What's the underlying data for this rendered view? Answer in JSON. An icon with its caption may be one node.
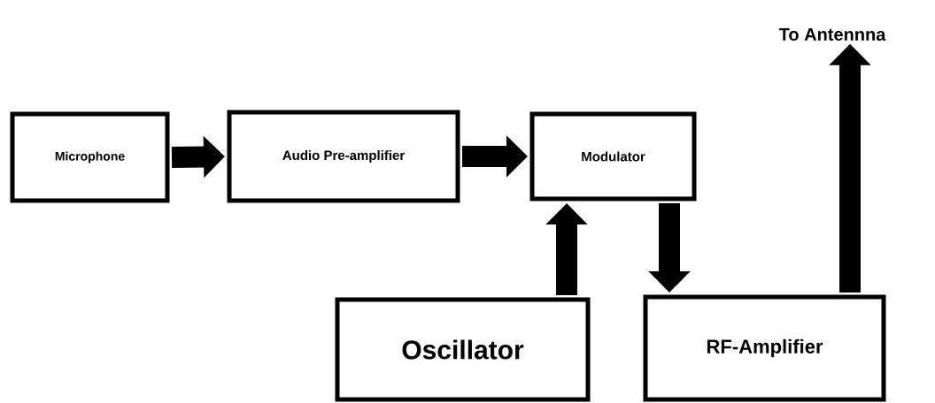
{
  "diagram": {
    "nodes": [
      {
        "text": [
          "Microphone"
        ]
      },
      {
        "text": [
          "Audio Pre-amplifier"
        ]
      },
      {
        "text": [
          "Modulator"
        ]
      },
      {
        "text": [
          "Oscillator"
        ]
      },
      {
        "text": [
          "RF-Amplifier"
        ]
      },
      {
        "text": [
          "To Antennna"
        ]
      }
    ],
    "edges": [
      {
        "from": 0,
        "to": 1,
        "arrow": "to"
      },
      {
        "from": 1,
        "to": 2,
        "arrow": "to"
      },
      {
        "from": 3,
        "to": 2,
        "arrow": "to"
      },
      {
        "from": 2,
        "to": 4,
        "arrow": "to"
      },
      {
        "from": 4,
        "to": 5,
        "arrow": "to"
      }
    ]
  }
}
